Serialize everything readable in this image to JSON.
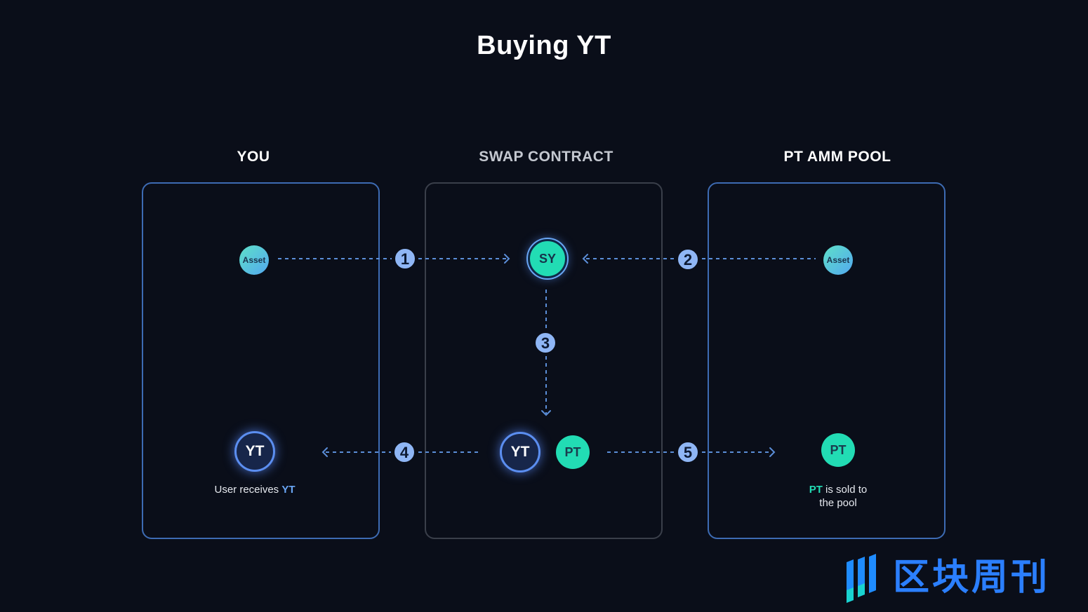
{
  "title": "Buying YT",
  "columns": {
    "you": "YOU",
    "swap": "SWAP CONTRACT",
    "pool": "PT AMM POOL"
  },
  "tokens": {
    "asset_you": "Asset",
    "asset_pool": "Asset",
    "sy": "SY",
    "yt_swap": "YT",
    "pt_swap": "PT",
    "yt_you": "YT",
    "pt_pool": "PT"
  },
  "steps": [
    "1",
    "2",
    "3",
    "4",
    "5"
  ],
  "captions": {
    "user_prefix": "User receives ",
    "user_token": "YT",
    "pool_token": "PT",
    "pool_line1": " is sold to",
    "pool_line2": "the pool"
  },
  "brand": {
    "text": "区块周刊"
  },
  "colors": {
    "background": "#0a0e19",
    "accent_blue": "#6aa6f5",
    "accent_green": "#22dcb4",
    "brand_blue": "#2b7fff"
  }
}
